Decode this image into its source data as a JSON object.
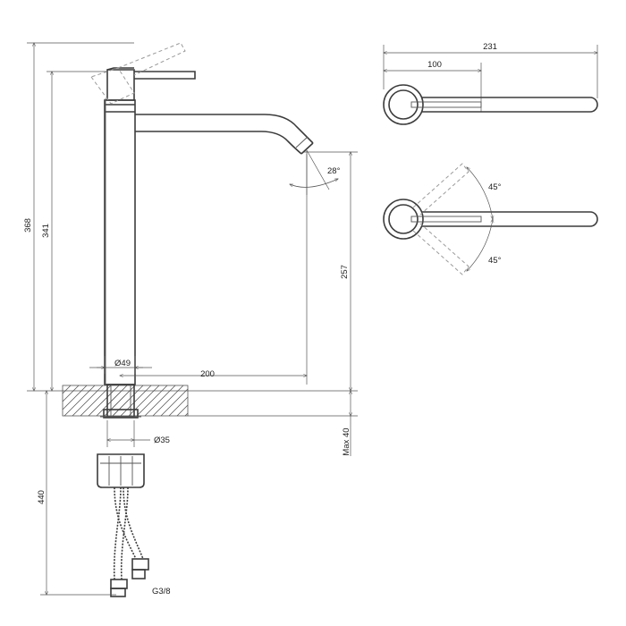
{
  "dimensions": {
    "total_height": "368",
    "body_height": "341",
    "spout_height": "257",
    "spout_reach": "200",
    "base_diameter": "Ø49",
    "shank_diameter": "Ø35",
    "max_thickness": "Max 40",
    "hose_length": "440",
    "thread": "G3/8",
    "spout_angle": "28°",
    "top_width": "231",
    "top_offset": "100",
    "rotation_left": "45°",
    "rotation_right": "45°"
  }
}
